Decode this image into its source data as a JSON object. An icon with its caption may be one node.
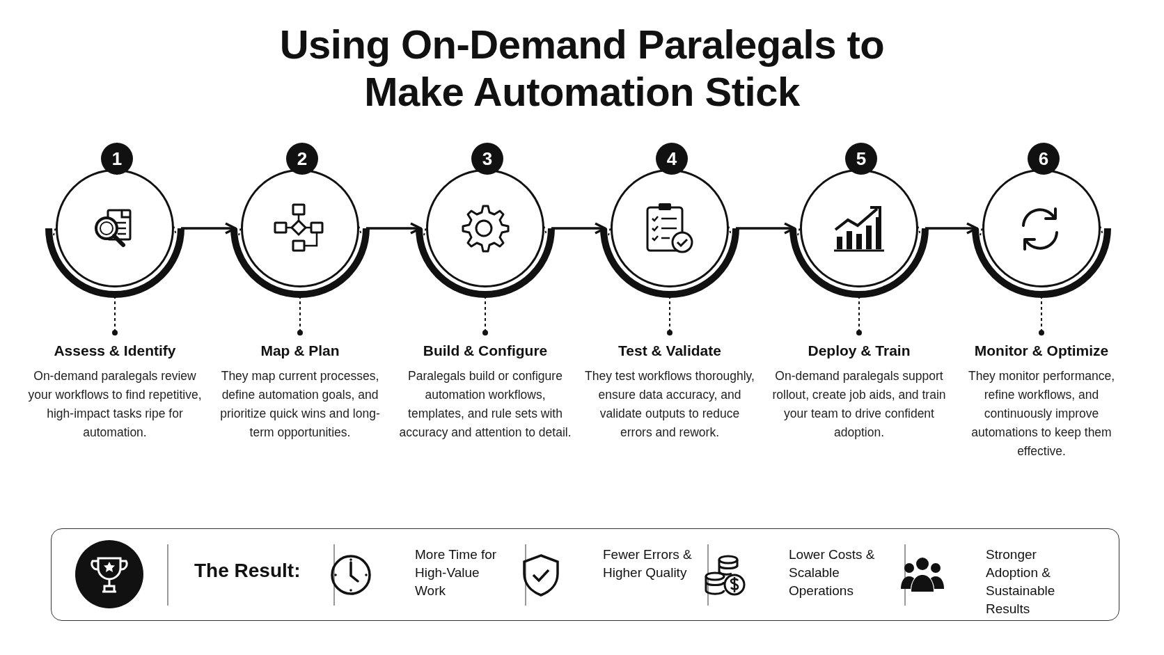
{
  "diagram": {
    "title": "Using On-Demand Paralegals to Make Automation Stick",
    "nodes": [
      {
        "text": [
          "1"
        ]
      },
      {
        "text": [
          "2"
        ]
      },
      {
        "text": [
          "3"
        ]
      },
      {
        "text": [
          "4"
        ]
      },
      {
        "text": [
          "5"
        ]
      },
      {
        "text": [
          "6"
        ]
      },
      {
        "text": [
          "Assess & Identify",
          "On-demand paralegals review your workflows to find repetitive, high-impact tasks ripe for automation."
        ]
      },
      {
        "text": [
          "Map & Plan",
          "They map current processes, define automation goals, and prioritize quick wins and long-term opportunities."
        ]
      },
      {
        "text": [
          "Build & Configure",
          "Paralegals build or configure automation workflows, templates, and rule sets with accuracy and attention to detail."
        ]
      },
      {
        "text": [
          "Test & Validate",
          "They test workflows thoroughly, ensure data accuracy, and validate outputs to reduce errors and rework."
        ]
      },
      {
        "text": [
          "Deploy & Train",
          "On-demand paralegals support rollout, create job aids, and train your team to drive confident adoption."
        ]
      },
      {
        "text": [
          "Monitor & Optimize",
          "They monitor performance, refine workflows, and continuously improve automations to keep them effective."
        ]
      },
      {
        "text": [
          "The Result:"
        ]
      }
    ],
    "edges": [
      {
        "from": 0,
        "to": 1,
        "arrow": "to"
      },
      {
        "from": 1,
        "to": 2,
        "arrow": "to"
      },
      {
        "from": 2,
        "to": 3,
        "arrow": "to"
      },
      {
        "from": 3,
        "to": 4,
        "arrow": "to"
      },
      {
        "from": 4,
        "to": 5,
        "arrow": "to"
      },
      {
        "from": 0,
        "to": 6,
        "arrow": "other",
        "style": "dashed"
      },
      {
        "from": 1,
        "to": 7,
        "arrow": "other",
        "style": "dashed"
      },
      {
        "from": 2,
        "to": 8,
        "arrow": "other",
        "style": "dashed"
      },
      {
        "from": 3,
        "to": 9,
        "arrow": "other",
        "style": "dashed"
      },
      {
        "from": 4,
        "to": 10,
        "arrow": "other",
        "style": "dashed"
      },
      {
        "from": 5,
        "to": 11,
        "arrow": "other",
        "style": "dashed"
      }
    ],
    "labels": [
      "More Time for High-Value Work",
      "Fewer Errors & Higher Quality",
      "Lower Costs & Scalable Operations",
      "Stronger Adoption & Sustainable Results"
    ]
  }
}
